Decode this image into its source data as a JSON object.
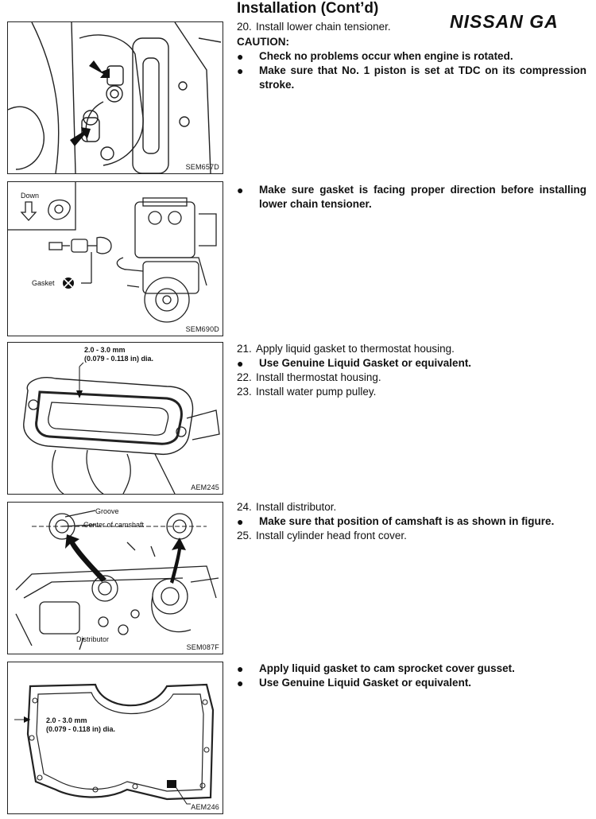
{
  "header": {
    "title": "Installation (Cont’d)",
    "brand": "NISSAN GA"
  },
  "figures": [
    {
      "code": "SEM657D",
      "labels": []
    },
    {
      "code": "SEM690D",
      "labels": [
        "Down",
        "Gasket"
      ]
    },
    {
      "code": "AEM245",
      "labels": [
        "2.0 - 3.0 mm",
        "(0.079 - 0.118 in) dia."
      ]
    },
    {
      "code": "SEM087F",
      "labels": [
        "Groove",
        "Center of camshaft",
        "Distributor"
      ]
    },
    {
      "code": "AEM246",
      "labels": [
        "2.0 - 3.0 mm",
        "(0.079 - 0.118 in) dia."
      ]
    }
  ],
  "sections": [
    {
      "step20": {
        "num": "20.",
        "text": "Install lower chain tensioner."
      },
      "caution": "CAUTION:",
      "bullets": [
        "Check no problems occur when engine is rotated.",
        "Make sure that No. 1 piston is set at TDC on its compression stroke."
      ]
    },
    {
      "bullets": [
        "Make sure gasket is facing proper direction before installing lower chain tensioner."
      ]
    },
    {
      "step21": {
        "num": "21.",
        "text": "Apply liquid gasket to thermostat housing."
      },
      "bullets": [
        "Use Genuine Liquid Gasket or equivalent."
      ],
      "step22": {
        "num": "22.",
        "text": "Install thermostat housing."
      },
      "step23": {
        "num": "23.",
        "text": "Install water pump pulley."
      }
    },
    {
      "step24": {
        "num": "24.",
        "text": "Install distributor."
      },
      "bullets": [
        "Make sure that position of camshaft is as shown in figure."
      ],
      "step25": {
        "num": "25.",
        "text": "Install cylinder head front cover."
      }
    },
    {
      "bullets": [
        "Apply liquid gasket to cam sprocket cover gusset.",
        "Use Genuine Liquid Gasket or equivalent."
      ]
    }
  ],
  "bullet_char": "●"
}
